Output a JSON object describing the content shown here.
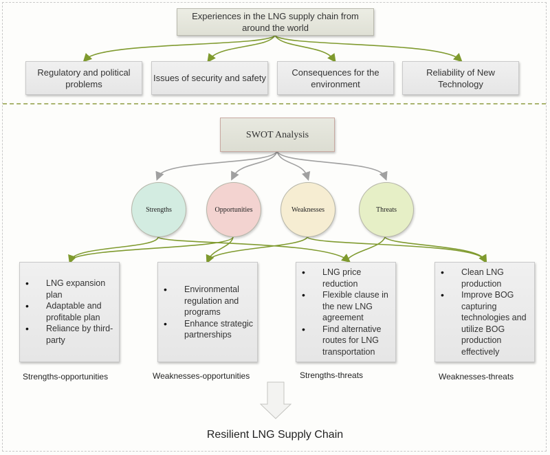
{
  "top": {
    "title": "Experiences in the LNG supply chain from around the world",
    "issues": [
      {
        "label": "Regulatory and political problems"
      },
      {
        "label": "Issues of security and safety"
      },
      {
        "label": "Consequences for the environment"
      },
      {
        "label": "Reliability of New Technology"
      }
    ]
  },
  "swot": {
    "title": "SWOT Analysis",
    "factors": [
      {
        "label": "Strengths",
        "color": "#d3ece1"
      },
      {
        "label": "Opportunities",
        "color": "#f3d3d0"
      },
      {
        "label": "Weaknesses",
        "color": "#f6edd2"
      },
      {
        "label": "Threats",
        "color": "#e6efc6"
      }
    ]
  },
  "strategies": [
    {
      "caption": "Strengths-opportunities",
      "items": [
        "LNG expansion plan",
        "Adaptable and profitable plan",
        "Reliance by third-party"
      ]
    },
    {
      "caption": "Weaknesses-opportunities",
      "items": [
        "Environmental regulation and programs",
        "Enhance strategic partnerships"
      ]
    },
    {
      "caption": "Strengths-threats",
      "items": [
        "LNG price reduction",
        "Flexible clause in the new LNG agreement",
        "Find alternative routes for LNG transportation"
      ]
    },
    {
      "caption": "Weaknesses-threats",
      "items": [
        "Clean LNG production",
        "Improve BOG capturing technologies and utilize BOG production effectively"
      ]
    }
  ],
  "result": {
    "label": "Resilient LNG Supply Chain"
  },
  "colors": {
    "green_connector": "#7f9a2e",
    "gray_connector": "#a0a0a0",
    "divider": "#a9b46e"
  }
}
